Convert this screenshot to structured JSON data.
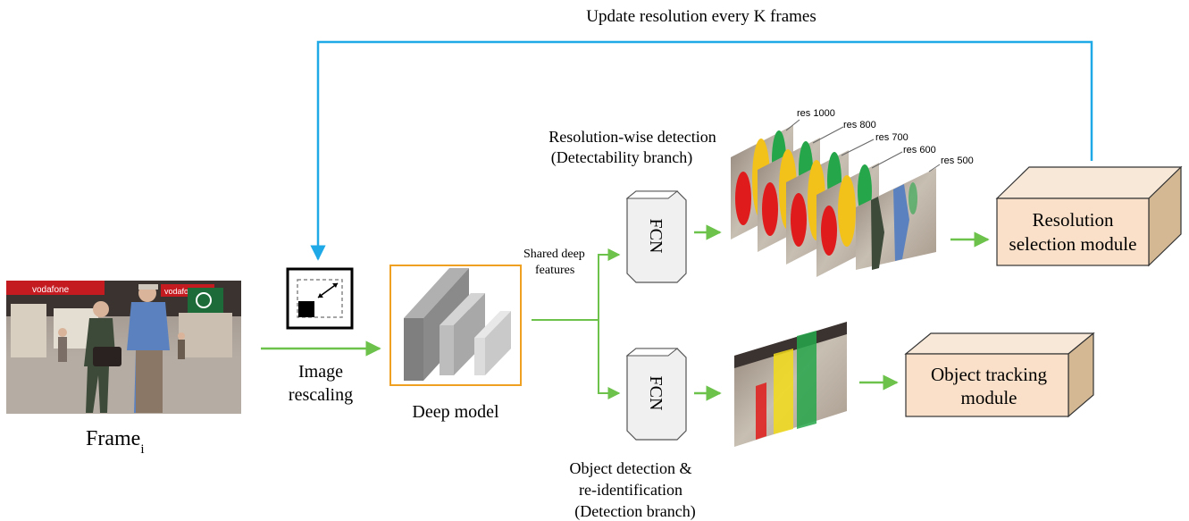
{
  "top_label": "Update resolution every K frames",
  "input": {
    "label": "Frame",
    "subscript": "i",
    "store_signs": [
      "vodafone",
      "vodafone"
    ]
  },
  "rescaling_label_line1": "Image",
  "rescaling_label_line2": "rescaling",
  "deep_model_label": "Deep model",
  "shared_label_line1": "Shared deep",
  "shared_label_line2": "features",
  "fcn_top_label": "FCN",
  "fcn_bottom_label": "FCN",
  "detectability": {
    "title_line1": "Resolution-wise detection",
    "title_line2": "(Detectability branch)",
    "resolutions": [
      "res 1000",
      "res 800",
      "res 700",
      "res 600",
      "res 500"
    ]
  },
  "detection": {
    "title_line1": "Object detection &",
    "title_line2": "re-identification",
    "title_line3": "(Detection branch)"
  },
  "resolution_module_line1": "Resolution",
  "resolution_module_line2": "selection module",
  "tracking_module_line1": "Object tracking",
  "tracking_module_line2": "module",
  "colors": {
    "feedback_arrow": "#1fa9e6",
    "flow_arrow": "#6cc24a",
    "deep_model_border": "#f0a020",
    "module_fill": "#fae0c8",
    "module_side": "#d4b894"
  }
}
